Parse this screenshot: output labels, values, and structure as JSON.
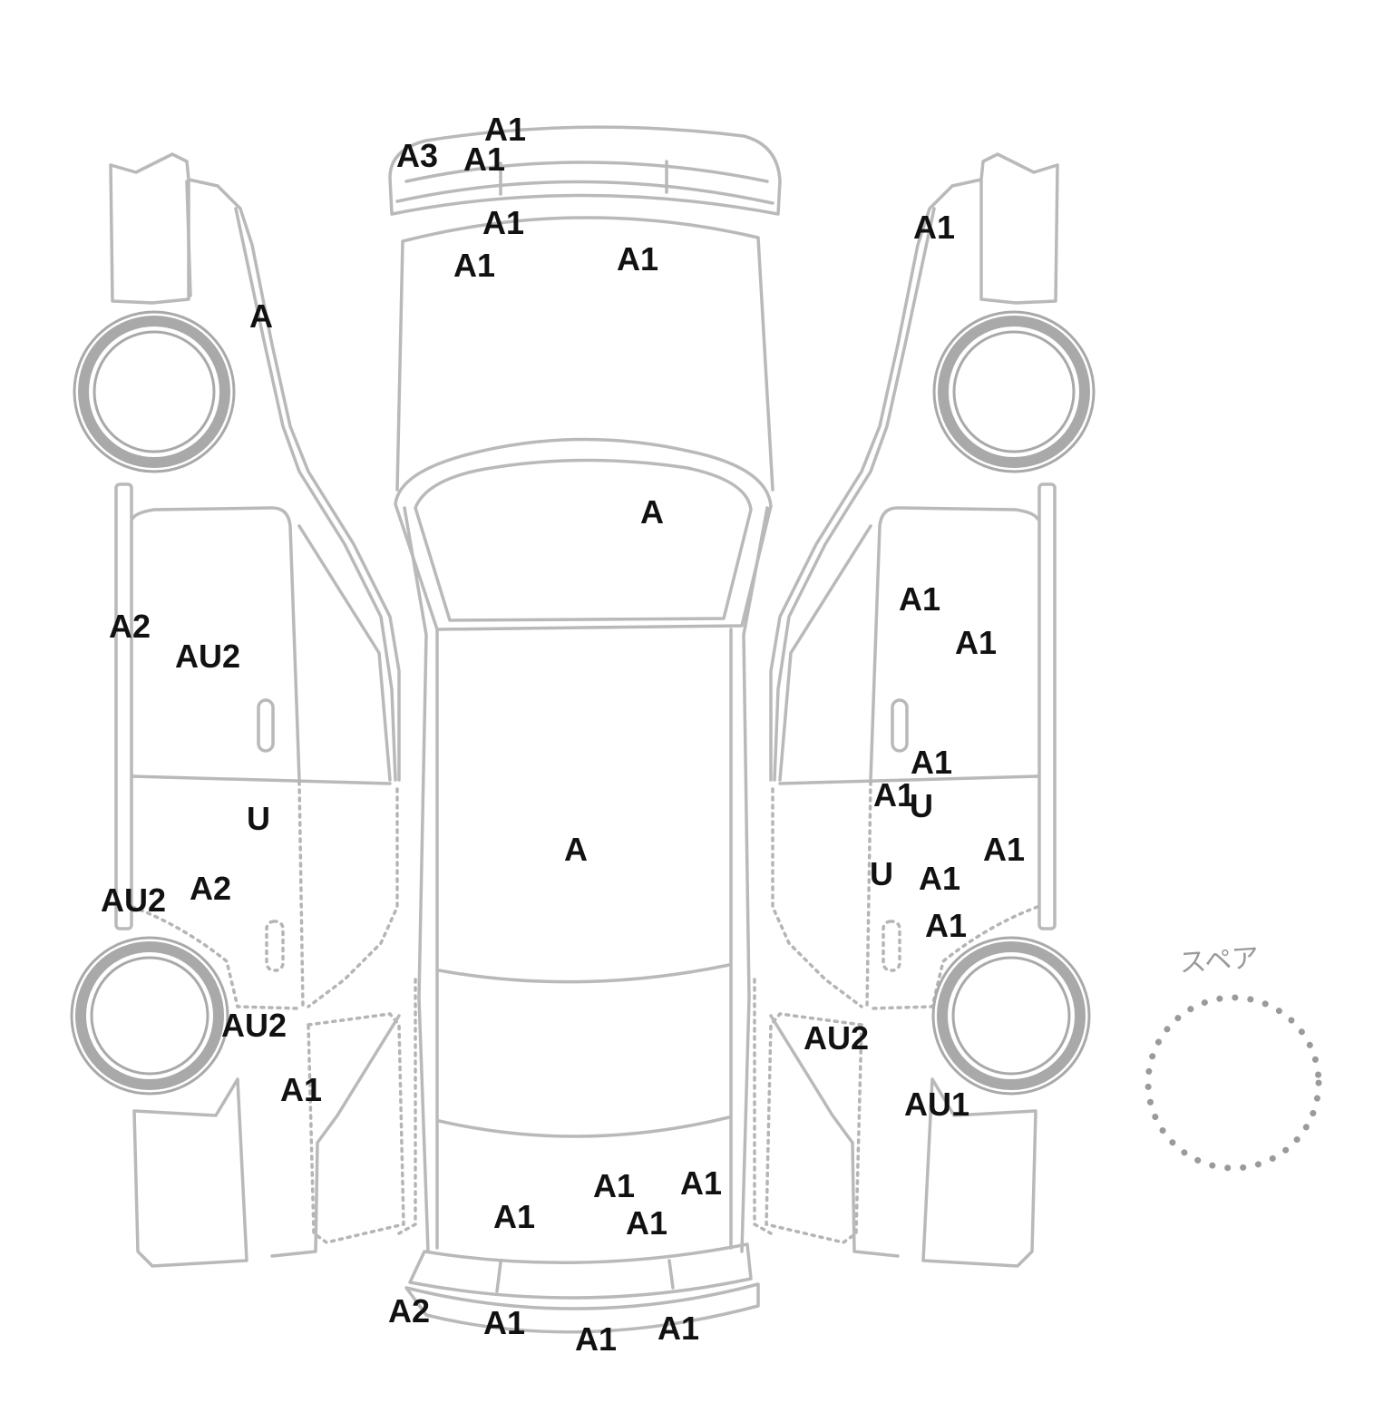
{
  "spare_label": "スペア",
  "condition_marks": {
    "left_side": [
      "A",
      "A2",
      "AU2",
      "U",
      "AU2",
      "A2",
      "AU2",
      "A1"
    ],
    "top_view": [
      "A1",
      "A3",
      "A1",
      "A1",
      "A1",
      "A1",
      "A",
      "A",
      "A1",
      "A1",
      "A1",
      "A1",
      "A2",
      "A1",
      "A1",
      "A1"
    ],
    "right_side": [
      "A1",
      "A1",
      "A1",
      "A1",
      "A1",
      "U",
      "A1",
      "U",
      "A1",
      "A1",
      "AU2",
      "AU1"
    ]
  },
  "colors": {
    "outline": "#b9b9b9",
    "marks": "#111111"
  }
}
